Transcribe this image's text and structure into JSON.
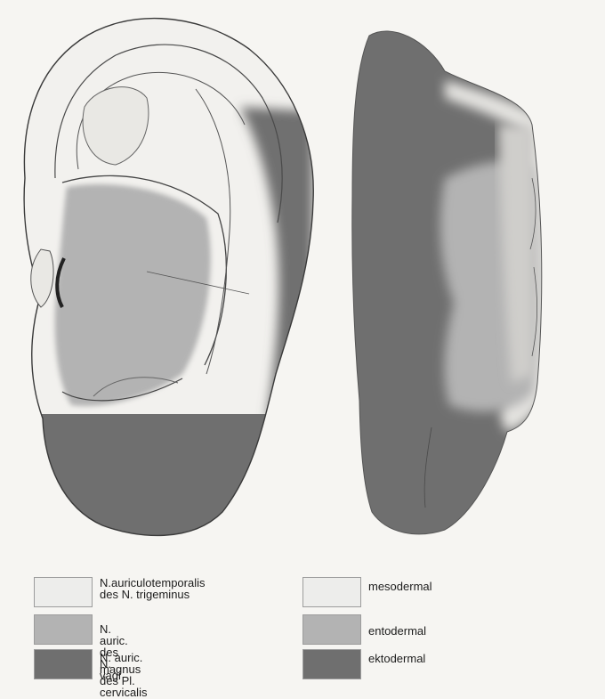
{
  "legend": {
    "nerves": [
      {
        "line1": "N.auriculotemporalis",
        "line2": "des N. trigeminus",
        "color": "#ededeb"
      },
      {
        "line1": "N. auric. des N. vagi",
        "line2": "",
        "color": "#b3b3b3"
      },
      {
        "line1": "N. auric. magnus",
        "line2": "des Pl. cervicalis",
        "color": "#6f6f6f"
      }
    ],
    "layers": [
      {
        "label": "mesodermal",
        "color": "#ededeb"
      },
      {
        "label": "entodermal",
        "color": "#b3b3b3"
      },
      {
        "label": "ektodermal",
        "color": "#6f6f6f"
      }
    ]
  }
}
